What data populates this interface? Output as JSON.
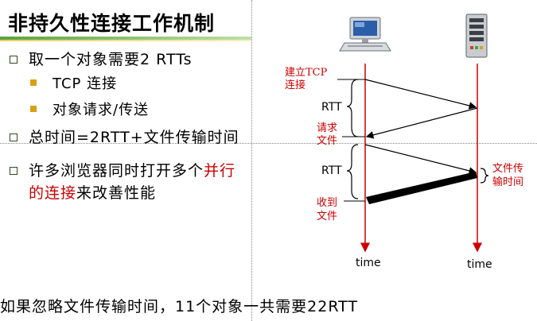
{
  "title": "非持久性连接工作机制",
  "bullets": [
    {
      "text": "取一个对象需要2 RTTs"
    },
    {
      "text": "TCP 连接"
    },
    {
      "text": "对象请求/传送"
    },
    {
      "text": "总时间=2RTT+文件传输时间"
    },
    {
      "line1_a": "许多浏览器同时打开多个",
      "line1_b": "并行",
      "line2_a": "的连接",
      "line2_b": "来改善性能"
    }
  ],
  "diagram": {
    "establish_tcp_line1": "建立TCP",
    "establish_tcp_line2": "连接",
    "rtt_1": "RTT",
    "request_file_line1": "请求",
    "request_file_line2": "文件",
    "rtt_2": "RTT",
    "transfer_time_line1": "文件传",
    "transfer_time_line2": "输时间",
    "receive_file_line1": "收到",
    "receive_file_line2": "文件",
    "time_client": "time",
    "time_server": "time"
  },
  "footer": "如果忽略文件传输时间，11个对象一共需要22RTT",
  "colors": {
    "red": "#cc0000",
    "timeline": "#cc0000"
  }
}
